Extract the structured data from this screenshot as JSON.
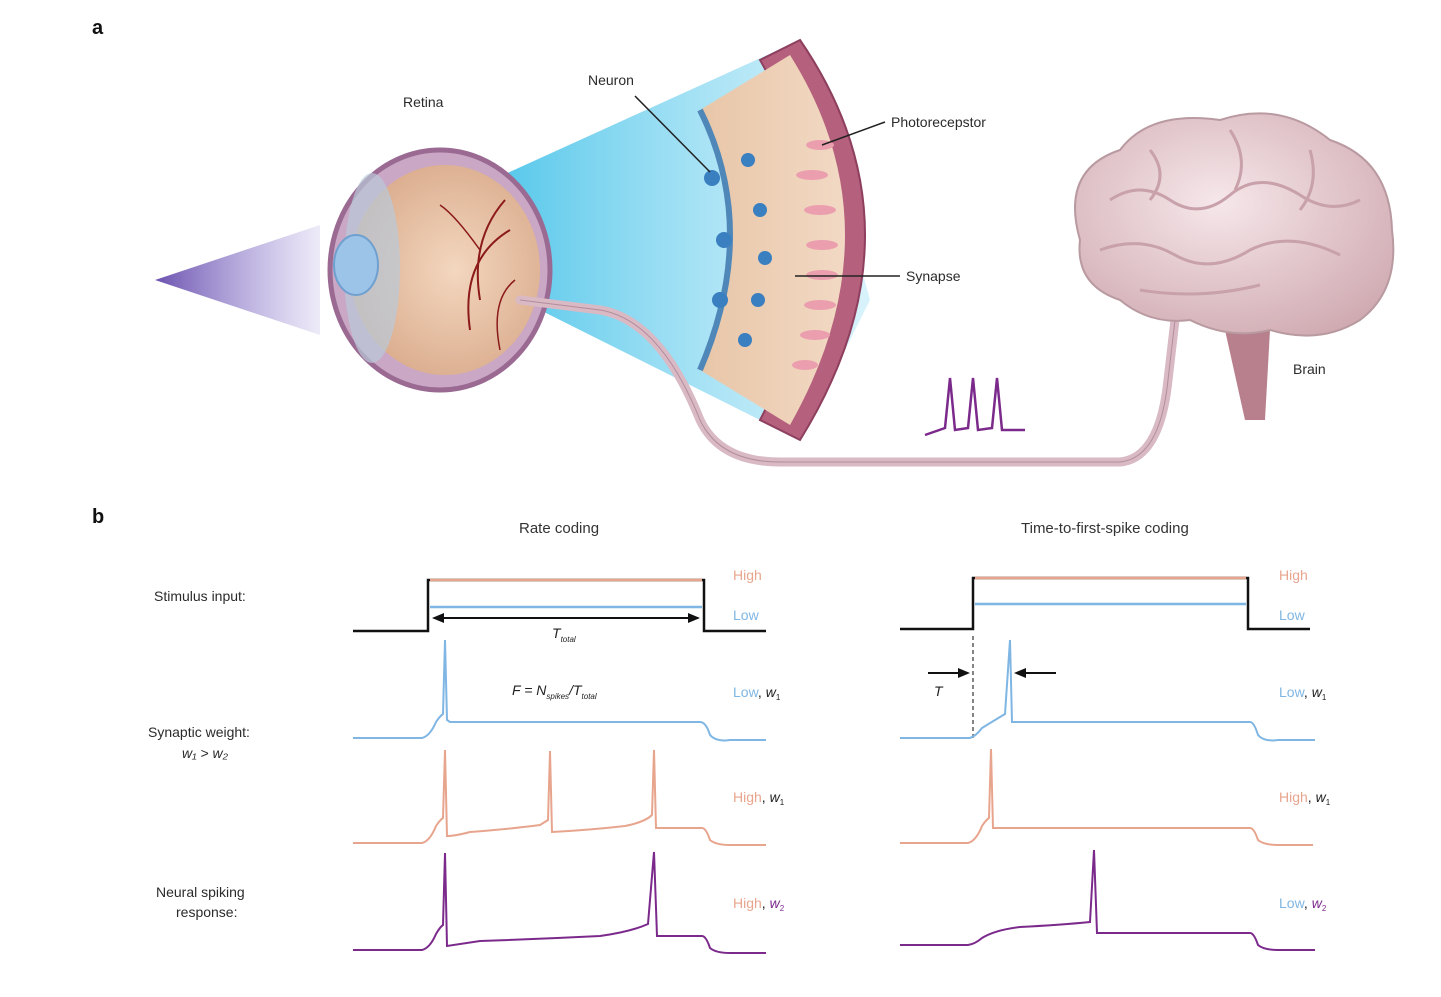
{
  "panel_a": {
    "letter": "a",
    "labels": {
      "retina": "Retina",
      "neuron": "Neuron",
      "photoreceptor": "Photorecepstor",
      "synapse": "Synapse",
      "brain": "Brain"
    }
  },
  "panel_b": {
    "letter": "b",
    "row_labels": {
      "stimulus": "Stimulus input:",
      "weight_line1": "Synaptic weight:",
      "weight_line2": "w₁ > w₂",
      "response_line1": "Neural spiking",
      "response_line2": "response:"
    },
    "rate": {
      "title": "Rate coding",
      "high": "High",
      "low": "Low",
      "t_total": "T",
      "t_total_sub": "total",
      "formula": {
        "f": "F = N",
        "spikes_sub": "spikes",
        "slash": "/T",
        "total_sub": "total"
      },
      "traces": [
        {
          "level": "Low",
          "weight": "w",
          "sub": "1"
        },
        {
          "level": "High",
          "weight": "w",
          "sub": "1"
        },
        {
          "level": "High",
          "weight": "w",
          "sub": "2"
        }
      ]
    },
    "ttfs": {
      "title": "Time-to-first-spike coding",
      "high": "High",
      "low": "Low",
      "t_label": "T",
      "traces": [
        {
          "level": "Low",
          "weight": "w",
          "sub": "1"
        },
        {
          "level": "High",
          "weight": "w",
          "sub": "1"
        },
        {
          "level": "Low",
          "weight": "w",
          "sub": "2"
        }
      ]
    },
    "colors": {
      "high": "#e8a58e",
      "low": "#7fb6e3",
      "purple": "#7b2a8c",
      "black": "#111111"
    }
  }
}
